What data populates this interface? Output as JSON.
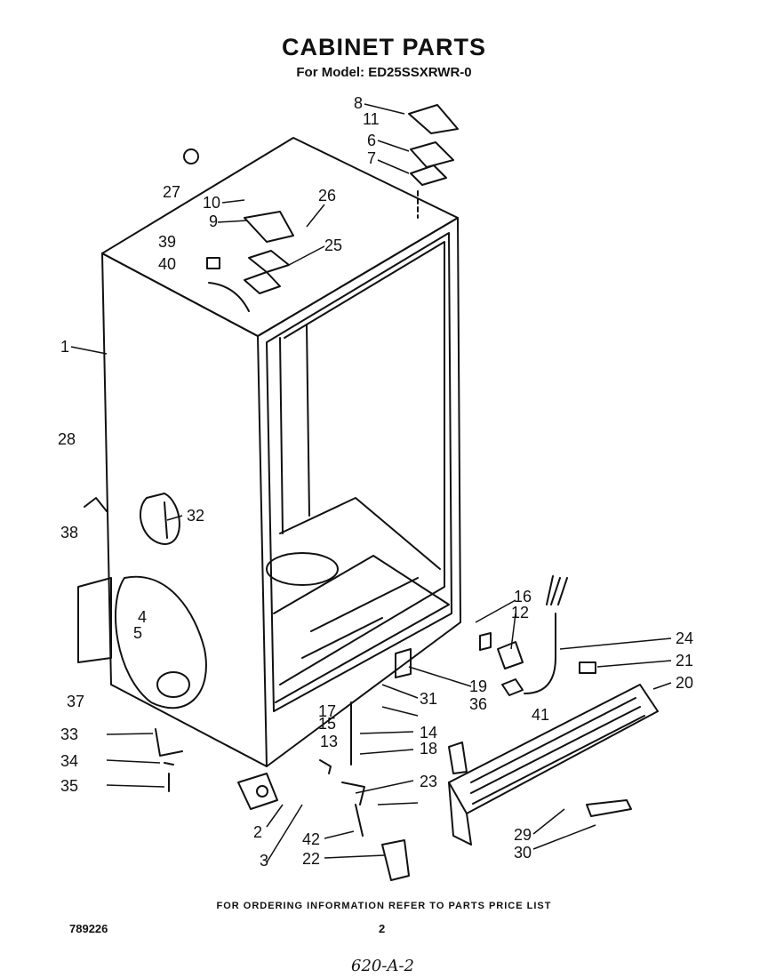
{
  "header": {
    "title": "CABINET PARTS",
    "subtitle": "For Model: ED25SSXRWR-0"
  },
  "footer": {
    "note": "FOR ORDERING INFORMATION REFER TO PARTS PRICE LIST",
    "doc_number": "789226",
    "page_number": "2",
    "handwritten": "620-A-2"
  },
  "callouts": [
    "1",
    "2",
    "3",
    "4",
    "5",
    "6",
    "7",
    "8",
    "9",
    "10",
    "11",
    "12",
    "13",
    "14",
    "15",
    "16",
    "17",
    "18",
    "19",
    "20",
    "21",
    "22",
    "23",
    "24",
    "25",
    "26",
    "27",
    "28",
    "29",
    "30",
    "31",
    "32",
    "33",
    "34",
    "35",
    "36",
    "37",
    "38",
    "39",
    "40",
    "41",
    "42"
  ]
}
